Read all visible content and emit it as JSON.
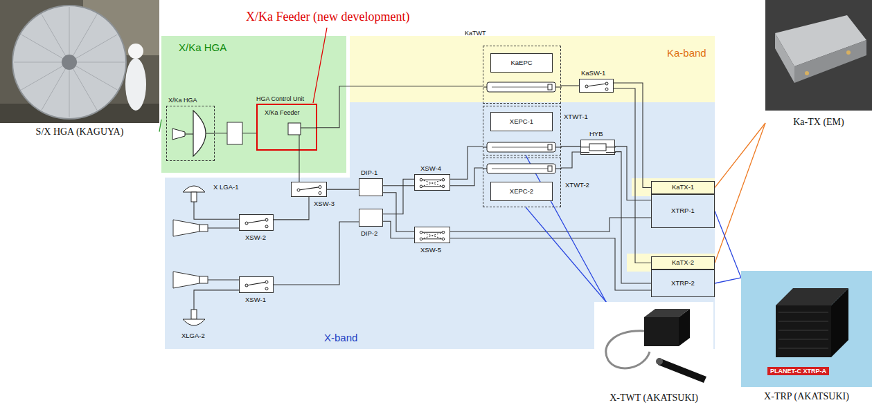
{
  "diagram": {
    "nodes": [
      {
        "text": [
          "X/Ka HGA"
        ]
      },
      {
        "text": [
          "X/Ka HGA"
        ],
        "in": 0
      },
      {
        "text": [
          "HGA Control Unit",
          "X/Ka Feeder"
        ],
        "in": 0
      },
      {
        "text": [
          "Ka-band"
        ]
      },
      {
        "text": [
          "KaTWT"
        ],
        "in": 3
      },
      {
        "text": [
          "KaEPC"
        ],
        "in": 4
      },
      {
        "text": [
          "KaSW-1"
        ],
        "in": 3
      },
      {
        "text": [
          "X-band"
        ]
      },
      {
        "text": [
          "X LGA-1"
        ],
        "in": 7
      },
      {
        "text": [
          "XLGA-2"
        ],
        "in": 7
      },
      {
        "text": [
          "XSW-1"
        ],
        "in": 7
      },
      {
        "text": [
          "XSW-2"
        ],
        "in": 7
      },
      {
        "text": [
          "XSW-3"
        ],
        "in": 7
      },
      {
        "text": [
          "DIP-1"
        ],
        "in": 7
      },
      {
        "text": [
          "DIP-2"
        ],
        "in": 7
      },
      {
        "text": [
          "XSW-4"
        ],
        "in": 7
      },
      {
        "text": [
          "XSW-5"
        ],
        "in": 7
      },
      {
        "text": [
          "XTWT-1"
        ],
        "in": 7
      },
      {
        "text": [
          "XEPC-1"
        ],
        "in": 17
      },
      {
        "text": [
          "XTWT-2"
        ],
        "in": 7
      },
      {
        "text": [
          "XEPC-2"
        ],
        "in": 19
      },
      {
        "text": [
          "HYB"
        ],
        "in": 7
      },
      {
        "text": [
          "KaTX-1"
        ]
      },
      {
        "text": [
          "XTRP-1"
        ],
        "in": 7
      },
      {
        "text": [
          "KaTX-2"
        ]
      },
      {
        "text": [
          "XTRP-2"
        ],
        "in": 7
      },
      {
        "text": [
          "S/X HGA (KAGUYA)"
        ]
      },
      {
        "text": [
          "Ka-TX (EM)"
        ]
      },
      {
        "text": [
          "X-TWT (AKATSUKI)"
        ]
      },
      {
        "text": [
          "X-TRP (AKATSUKI)"
        ]
      }
    ],
    "edges": [
      {
        "from": 1,
        "to": 2,
        "arrow": "none"
      },
      {
        "from": 2,
        "to": 4,
        "arrow": "none"
      },
      {
        "from": 2,
        "to": 12,
        "arrow": "none"
      },
      {
        "from": 4,
        "to": 6,
        "arrow": "none"
      },
      {
        "from": 6,
        "to": 22,
        "arrow": "none"
      },
      {
        "from": 6,
        "to": 24,
        "arrow": "none"
      },
      {
        "from": 8,
        "to": 11,
        "arrow": "none"
      },
      {
        "from": 11,
        "to": 12,
        "arrow": "none"
      },
      {
        "from": 9,
        "to": 10,
        "arrow": "none"
      },
      {
        "from": 10,
        "to": 14,
        "arrow": "none"
      },
      {
        "from": 12,
        "to": 13,
        "arrow": "none"
      },
      {
        "from": 13,
        "to": 15,
        "arrow": "none"
      },
      {
        "from": 13,
        "to": 16,
        "arrow": "none"
      },
      {
        "from": 14,
        "to": 15,
        "arrow": "none"
      },
      {
        "from": 14,
        "to": 16,
        "arrow": "none"
      },
      {
        "from": 15,
        "to": 17,
        "arrow": "none"
      },
      {
        "from": 15,
        "to": 19,
        "arrow": "none"
      },
      {
        "from": 17,
        "to": 21,
        "arrow": "none"
      },
      {
        "from": 19,
        "to": 21,
        "arrow": "none"
      },
      {
        "from": 21,
        "to": 23,
        "arrow": "none"
      },
      {
        "from": 21,
        "to": 25,
        "arrow": "none"
      },
      {
        "from": 16,
        "to": 23,
        "arrow": "none"
      },
      {
        "from": 16,
        "to": 25,
        "arrow": "none"
      },
      {
        "from": 26,
        "to": 0,
        "arrow": "none"
      },
      {
        "from": 27,
        "to": 22,
        "arrow": "none"
      },
      {
        "from": 27,
        "to": 24,
        "arrow": "none"
      },
      {
        "from": 28,
        "to": 17,
        "arrow": "none"
      },
      {
        "from": 28,
        "to": 19,
        "arrow": "none"
      },
      {
        "from": 29,
        "to": 23,
        "arrow": "none"
      },
      {
        "from": 29,
        "to": 25,
        "arrow": "none"
      }
    ],
    "labels": [
      "X/Ka Feeder (new development)",
      "PLANET-C XTRP-A"
    ]
  }
}
